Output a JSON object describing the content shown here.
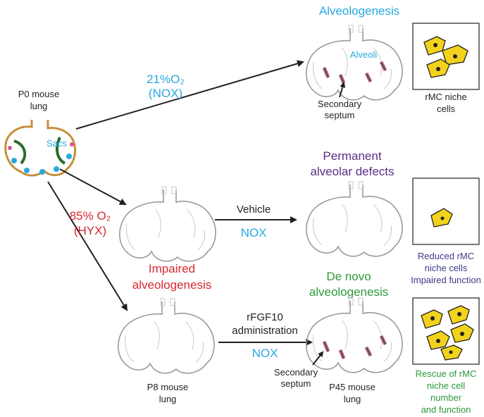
{
  "labels": {
    "p0": [
      "P0 mouse",
      "lung"
    ],
    "sacs": "Sacs",
    "nox_path": [
      "21%O₂",
      "(NOX)"
    ],
    "alveologenesis": "Alveologenesis",
    "alveoli": "Alveoli",
    "secondary_septum_top": [
      "Secondary",
      "septum"
    ],
    "rmc_niche_top": [
      "rMC niche",
      "cells"
    ],
    "hyx_path": [
      "85% O₂",
      "(HYX)"
    ],
    "permanent_defects": [
      "Permanent",
      "alveolar defects"
    ],
    "vehicle": "Vehicle",
    "nox_mid": "NOX",
    "reduced_rmc": [
      "Reduced rMC",
      "niche cells",
      "Impaired function"
    ],
    "impaired": [
      "Impaired",
      "alveologenesis"
    ],
    "de_novo": [
      "De novo",
      "alveologenesis"
    ],
    "rfgf10": [
      "rFGF10",
      "administration"
    ],
    "nox_bottom": "NOX",
    "secondary_septum_bottom": [
      "Secondary",
      "septum"
    ],
    "p8": [
      "P8 mouse",
      "lung"
    ],
    "p45": [
      "P45 mouse",
      "lung"
    ],
    "rescue": [
      "Rescue of rMC",
      "niche cell",
      "number",
      "and function"
    ]
  },
  "colors": {
    "blue": "#29a8df",
    "red": "#d7282f",
    "purple": "#5b2d86",
    "green": "#2d9a3a",
    "navy": "#3a3a8c",
    "cell_yellow": "#f2d31b"
  }
}
